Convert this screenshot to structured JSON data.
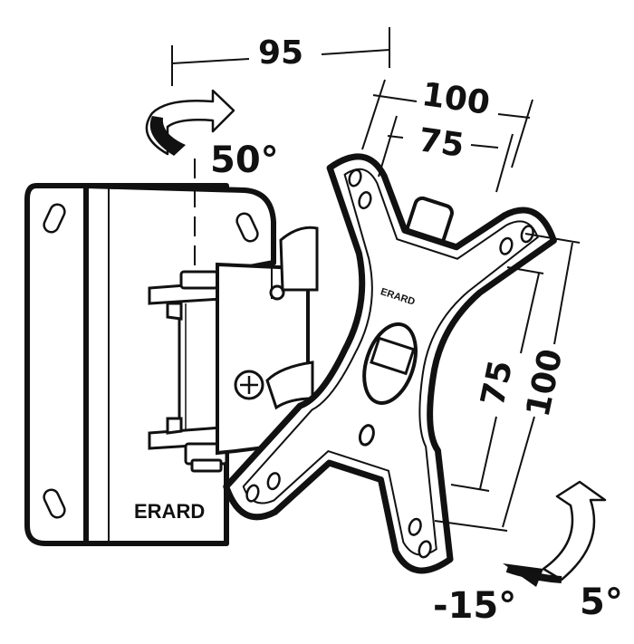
{
  "dimensions": {
    "arm_width": "95",
    "vesa_horizontal_outer": "100",
    "vesa_horizontal_inner": "75",
    "vesa_vertical_inner": "75",
    "vesa_vertical_outer": "100"
  },
  "rotation": {
    "swivel": "50°",
    "tilt_down": "-15°",
    "tilt_up": "5°"
  },
  "brand": {
    "wall_plate_logo": "ERARD",
    "vesa_plate_logo": "ERARD"
  },
  "colors": {
    "line": "#111111",
    "background": "#ffffff"
  }
}
